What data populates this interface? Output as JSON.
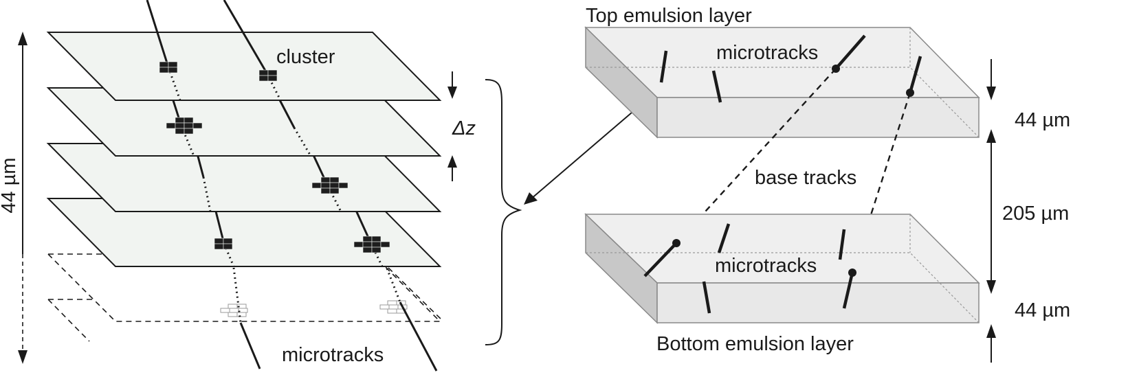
{
  "left_panel": {
    "thickness_label": "44 µm",
    "cluster_label": "cluster",
    "dz_label": "Δz",
    "microtracks_label": "microtracks"
  },
  "right_panel": {
    "top_layer_label": "Top emulsion layer",
    "bottom_layer_label": "Bottom emulsion layer",
    "top_microtracks_label": "microtracks",
    "bottom_microtracks_label": "microtracks",
    "base_tracks_label": "base tracks",
    "top_thickness_label": "44 µm",
    "base_thickness_label": "205 µm",
    "bottom_thickness_label": "44 µm"
  }
}
